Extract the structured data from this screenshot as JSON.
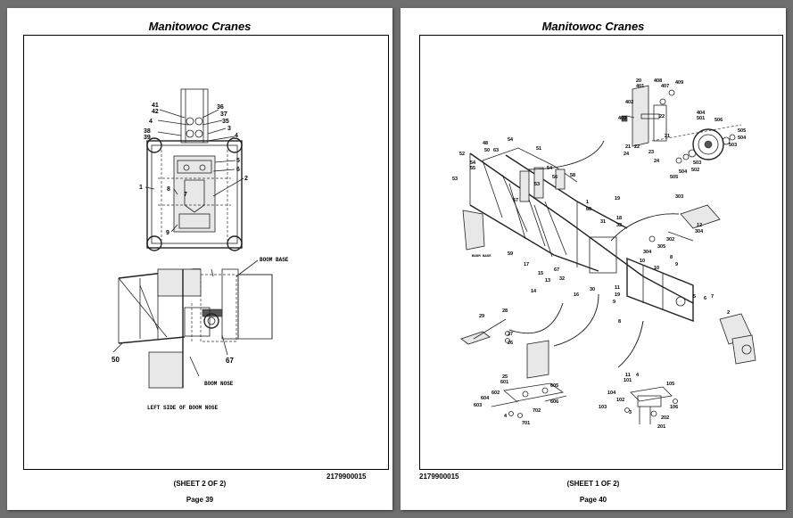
{
  "pages": [
    {
      "header": "Manitowoc Cranes",
      "doc_number": "2179900015",
      "sheet": "(SHEET 2 OF 2)",
      "page": "Page 39",
      "top_labels": [
        "41",
        "42",
        "4",
        "38",
        "39",
        "36",
        "37",
        "35",
        "3",
        "4",
        "5",
        "6",
        "1",
        "8",
        "7",
        "2",
        "9"
      ],
      "bottom_labels": [
        "BOOM BASE",
        "50",
        "67",
        "BOOM NOSE"
      ],
      "caption": "LEFT SIDE OF BOOM NOSE"
    },
    {
      "header": "Manitowoc Cranes",
      "doc_number": "2179900015",
      "sheet": "(SHEET 1 OF 2)",
      "page": "Page 40",
      "labels": {
        "sheave": [
          "20",
          "401",
          "408",
          "407",
          "409",
          "402",
          "22",
          "403",
          "22",
          "21",
          "21",
          "23",
          "24",
          "24",
          "404",
          "501",
          "506",
          "505",
          "504",
          "503",
          "503",
          "502",
          "504",
          "505"
        ],
        "boom": [
          "54",
          "52",
          "53",
          "54",
          "55",
          "48",
          "50",
          "51",
          "63",
          "54",
          "56",
          "53",
          "57",
          "58",
          "1",
          "60",
          "19",
          "18",
          "33",
          "31",
          "303",
          "12",
          "304",
          "302",
          "305",
          "304",
          "59",
          "17",
          "15",
          "13",
          "14",
          "67",
          "32",
          "16",
          "30",
          "10",
          "8",
          "9",
          "10",
          "11",
          "19",
          "9",
          "5",
          "6",
          "7",
          "2",
          "8"
        ],
        "boom_tag": "BOOM BASE",
        "lower_left": [
          "29",
          "28",
          "27",
          "26",
          "25",
          "601",
          "605",
          "602",
          "606",
          "604",
          "603",
          "702",
          "701",
          "4"
        ],
        "lower_right": [
          "11",
          "101",
          "4",
          "105",
          "104",
          "102",
          "106",
          "103",
          "3",
          "201",
          "202"
        ]
      }
    }
  ]
}
